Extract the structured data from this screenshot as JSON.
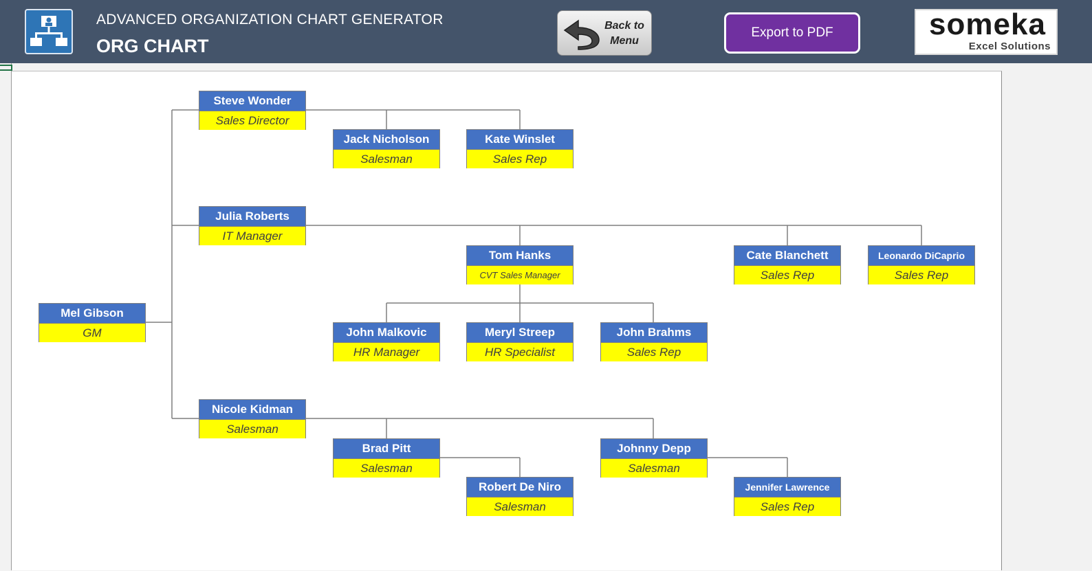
{
  "header": {
    "app_icon": "org-chart-icon",
    "title": "ADVANCED ORGANIZATION CHART GENERATOR",
    "subtitle": "ORG CHART",
    "back_button": {
      "icon": "back-arrow-icon",
      "line1": "Back to",
      "line2": "Menu"
    },
    "export_button": "Export to PDF",
    "logo": {
      "word": "someka",
      "tagline": "Excel Solutions"
    }
  },
  "colors": {
    "header_bg": "#44546a",
    "name_bar": "#4472c4",
    "title_bar": "#ffff00",
    "export_button": "#7030a0"
  },
  "org": {
    "nodes": [
      {
        "id": "mel",
        "name": "Mel Gibson",
        "title": "GM"
      },
      {
        "id": "steve",
        "name": "Steve Wonder",
        "title": "Sales Director",
        "parent": "mel"
      },
      {
        "id": "jack",
        "name": "Jack Nicholson",
        "title": "Salesman",
        "parent": "steve"
      },
      {
        "id": "kate",
        "name": "Kate Winslet",
        "title": "Sales Rep",
        "parent": "steve"
      },
      {
        "id": "julia",
        "name": "Julia Roberts",
        "title": "IT Manager",
        "parent": "mel"
      },
      {
        "id": "tom",
        "name": "Tom Hanks",
        "title": "CVT Sales Manager",
        "parent": "julia"
      },
      {
        "id": "cate",
        "name": "Cate Blanchett",
        "title": "Sales Rep",
        "parent": "julia"
      },
      {
        "id": "leo",
        "name": "Leonardo DiCaprio",
        "title": "Sales Rep",
        "parent": "julia"
      },
      {
        "id": "john_m",
        "name": "John Malkovic",
        "title": "HR Manager",
        "parent": "tom"
      },
      {
        "id": "meryl",
        "name": "Meryl Streep",
        "title": "HR Specialist",
        "parent": "tom"
      },
      {
        "id": "john_b",
        "name": "John Brahms",
        "title": "Sales Rep",
        "parent": "tom"
      },
      {
        "id": "nicole",
        "name": "Nicole Kidman",
        "title": "Salesman",
        "parent": "mel"
      },
      {
        "id": "brad",
        "name": "Brad Pitt",
        "title": "Salesman",
        "parent": "nicole"
      },
      {
        "id": "johnny",
        "name": "Johnny Depp",
        "title": "Salesman",
        "parent": "nicole"
      },
      {
        "id": "robert",
        "name": "Robert De Niro",
        "title": "Salesman",
        "parent": "brad"
      },
      {
        "id": "jennifer",
        "name": "Jennifer Lawrence",
        "title": "Sales Rep",
        "parent": "johnny"
      }
    ]
  }
}
